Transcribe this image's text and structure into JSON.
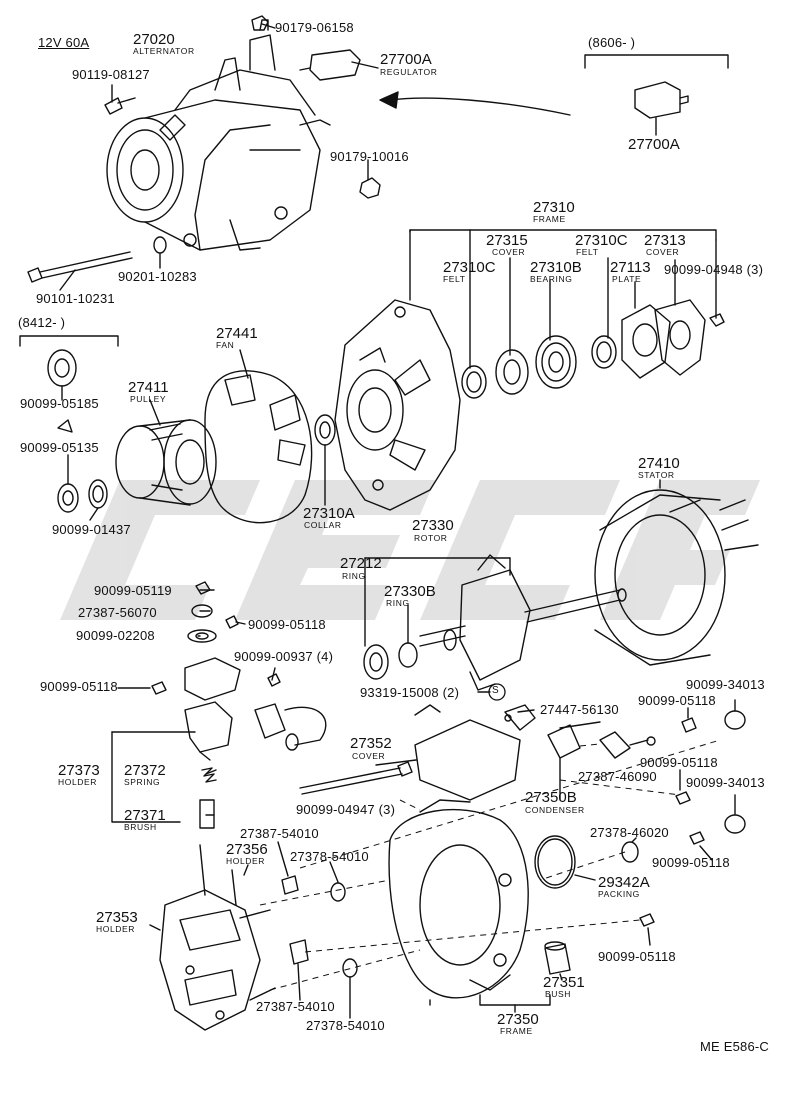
{
  "header": {
    "spec": "12V 60A"
  },
  "date_ranges": {
    "upper_right": "(8606-       )",
    "left": "(8412-       )"
  },
  "footer_code": "ME E586-C",
  "parts": [
    {
      "id": "p27020",
      "number": "27020",
      "name": "ALTERNATOR"
    },
    {
      "id": "p9017906158",
      "number": "90179-06158",
      "name": ""
    },
    {
      "id": "p27700A",
      "number": "27700A",
      "name": "REGULATOR"
    },
    {
      "id": "p27700A_b",
      "number": "27700A",
      "name": ""
    },
    {
      "id": "p9011908127",
      "number": "90119-08127",
      "name": ""
    },
    {
      "id": "p9017910016",
      "number": "90179-10016",
      "name": ""
    },
    {
      "id": "p9020110283",
      "number": "90201-10283",
      "name": ""
    },
    {
      "id": "p9010110231",
      "number": "90101-10231",
      "name": ""
    },
    {
      "id": "p27310",
      "number": "27310",
      "name": "FRAME"
    },
    {
      "id": "p27315",
      "number": "27315",
      "name": "COVER"
    },
    {
      "id": "p27310C_a",
      "number": "27310C",
      "name": "FELT"
    },
    {
      "id": "p27310C_b",
      "number": "27310C",
      "name": "FELT"
    },
    {
      "id": "p27313",
      "number": "27313",
      "name": "COVER"
    },
    {
      "id": "p27310B",
      "number": "27310B",
      "name": "BEARING"
    },
    {
      "id": "p27113",
      "number": "27113",
      "name": "PLATE"
    },
    {
      "id": "p9009904948",
      "number": "90099-04948 (3)",
      "name": ""
    },
    {
      "id": "p27441",
      "number": "27441",
      "name": "FAN"
    },
    {
      "id": "p27411",
      "number": "27411",
      "name": "PULLEY"
    },
    {
      "id": "p9009905185",
      "number": "90099-05185",
      "name": ""
    },
    {
      "id": "p9009905135",
      "number": "90099-05135",
      "name": ""
    },
    {
      "id": "p9009901437",
      "number": "90099-01437",
      "name": ""
    },
    {
      "id": "p27310A",
      "number": "27310A",
      "name": "COLLAR"
    },
    {
      "id": "p27410",
      "number": "27410",
      "name": "STATOR"
    },
    {
      "id": "p27330",
      "number": "27330",
      "name": "ROTOR"
    },
    {
      "id": "p27212",
      "number": "27212",
      "name": "RING"
    },
    {
      "id": "p27330B",
      "number": "27330B",
      "name": "RING"
    },
    {
      "id": "p9009905119",
      "number": "90099-05119",
      "name": ""
    },
    {
      "id": "p2738756070",
      "number": "27387-56070",
      "name": ""
    },
    {
      "id": "p9009905118_a",
      "number": "90099-05118",
      "name": ""
    },
    {
      "id": "p9009902208",
      "number": "90099-02208",
      "name": ""
    },
    {
      "id": "p9009900937",
      "number": "90099-00937 (4)",
      "name": ""
    },
    {
      "id": "p9009905118_b",
      "number": "90099-05118",
      "name": ""
    },
    {
      "id": "p9331915008",
      "number": "93319-15008 (2)",
      "name": ""
    },
    {
      "id": "p2744756130",
      "number": "27447-56130",
      "name": ""
    },
    {
      "id": "p9009905118_c",
      "number": "90099-05118",
      "name": ""
    },
    {
      "id": "p9009934013_a",
      "number": "90099-34013",
      "name": ""
    },
    {
      "id": "p27352",
      "number": "27352",
      "name": "COVER"
    },
    {
      "id": "p27373",
      "number": "27373",
      "name": "HOLDER"
    },
    {
      "id": "p27372",
      "number": "27372",
      "name": "SPRING"
    },
    {
      "id": "p27371",
      "number": "27371",
      "name": "BRUSH"
    },
    {
      "id": "p9009904947",
      "number": "90099-04947 (3)",
      "name": ""
    },
    {
      "id": "p27350B",
      "number": "27350B",
      "name": "CONDENSER"
    },
    {
      "id": "p2738746090",
      "number": "27387-46090",
      "name": ""
    },
    {
      "id": "p9009905118_d",
      "number": "90099-05118",
      "name": ""
    },
    {
      "id": "p9009934013_b",
      "number": "90099-34013",
      "name": ""
    },
    {
      "id": "p2738754010_a",
      "number": "27387-54010",
      "name": ""
    },
    {
      "id": "p27356",
      "number": "27356",
      "name": "HOLDER"
    },
    {
      "id": "p2737854010_a",
      "number": "27378-54010",
      "name": ""
    },
    {
      "id": "p2737846020",
      "number": "27378-46020",
      "name": ""
    },
    {
      "id": "p9009905118_e",
      "number": "90099-05118",
      "name": ""
    },
    {
      "id": "p27353",
      "number": "27353",
      "name": "HOLDER"
    },
    {
      "id": "p29342A",
      "number": "29342A",
      "name": "PACKING"
    },
    {
      "id": "p9009905118_f",
      "number": "90099-05118",
      "name": ""
    },
    {
      "id": "p27351",
      "number": "27351",
      "name": "BUSH"
    },
    {
      "id": "p2738754010_b",
      "number": "27387-54010",
      "name": ""
    },
    {
      "id": "p2737854010_b",
      "number": "27378-54010",
      "name": ""
    },
    {
      "id": "p27350",
      "number": "27350",
      "name": "FRAME"
    }
  ],
  "symbols": {
    "circled_s": "S"
  }
}
